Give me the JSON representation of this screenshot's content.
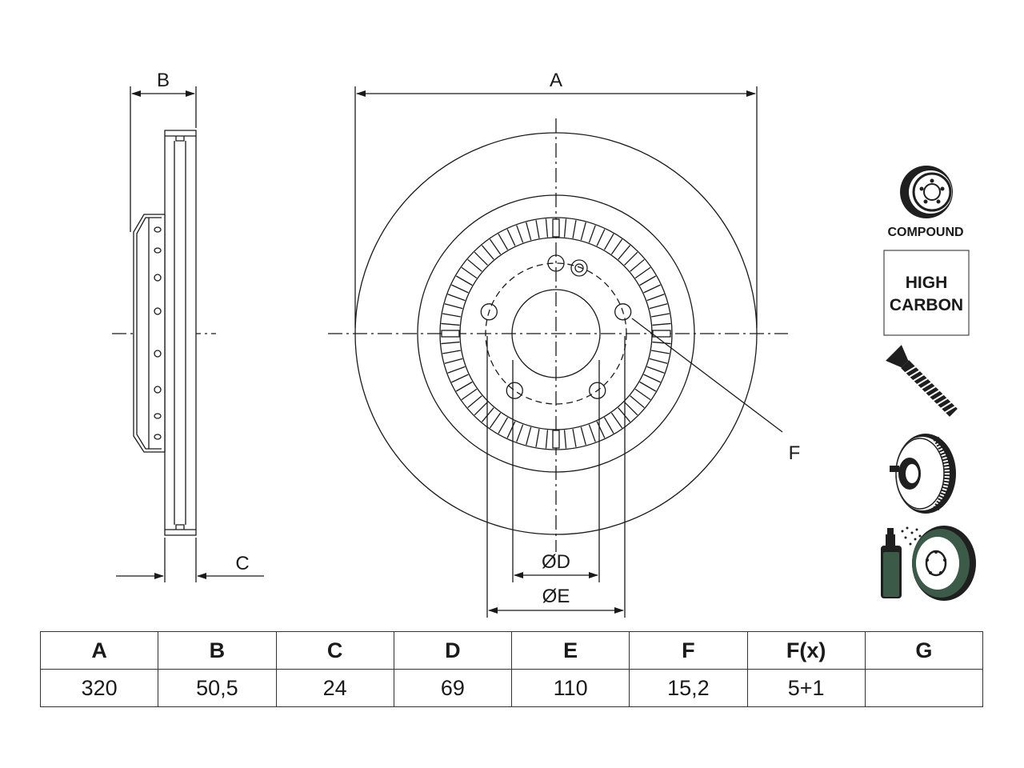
{
  "dimension_labels": {
    "a": "A",
    "b": "B",
    "c": "C",
    "f": "F",
    "d": "ØD",
    "e": "ØE"
  },
  "badges": {
    "compound": "COMPOUND",
    "high_carbon_line1": "HIGH",
    "high_carbon_line2": "CARBON"
  },
  "icons": [
    "compound-disc-icon",
    "high-carbon-icon",
    "screw-icon",
    "vented-disc-icon",
    "coating-spray-icon"
  ],
  "spec_table": {
    "headers": [
      "A",
      "B",
      "C",
      "D",
      "E",
      "F",
      "F(x)",
      "G"
    ],
    "values": [
      "320",
      "50,5",
      "24",
      "69",
      "110",
      "15,2",
      "5+1",
      ""
    ]
  },
  "colors": {
    "line": "#1a1a1a",
    "icon_dark": "#1f1f1f",
    "coating_green": "#3c5a48"
  }
}
